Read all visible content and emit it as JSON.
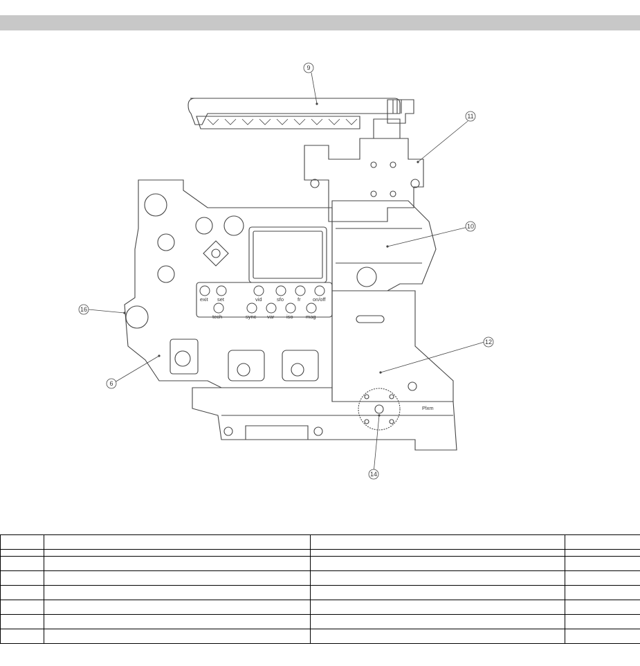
{
  "diagram": {
    "callouts": [
      {
        "id": "9"
      },
      {
        "id": "11"
      },
      {
        "id": "10"
      },
      {
        "id": "16"
      },
      {
        "id": "12"
      },
      {
        "id": "6"
      },
      {
        "id": "14"
      }
    ],
    "panel_labels": {
      "exit": "exit",
      "set": "set",
      "vid": "vid",
      "sfo": "sfo",
      "fr": "fr",
      "on_off": "on/off",
      "tech": "tech",
      "sync": "sync",
      "var": "var",
      "iso": "iso",
      "mag": "mag",
      "plate": "Plxm"
    }
  },
  "table": {
    "rows": [
      {
        "cells": [
          "",
          "",
          "",
          ""
        ]
      },
      {
        "cells": [
          "",
          "",
          "",
          ""
        ]
      },
      {
        "cells": [
          "",
          "",
          "",
          ""
        ]
      },
      {
        "cells": [
          "",
          "",
          "",
          ""
        ]
      },
      {
        "cells": [
          "",
          "",
          "",
          ""
        ]
      },
      {
        "cells": [
          "",
          "",
          "",
          ""
        ]
      },
      {
        "cells": [
          "",
          "",
          "",
          ""
        ]
      },
      {
        "cells": [
          "",
          "",
          "",
          ""
        ]
      }
    ]
  }
}
